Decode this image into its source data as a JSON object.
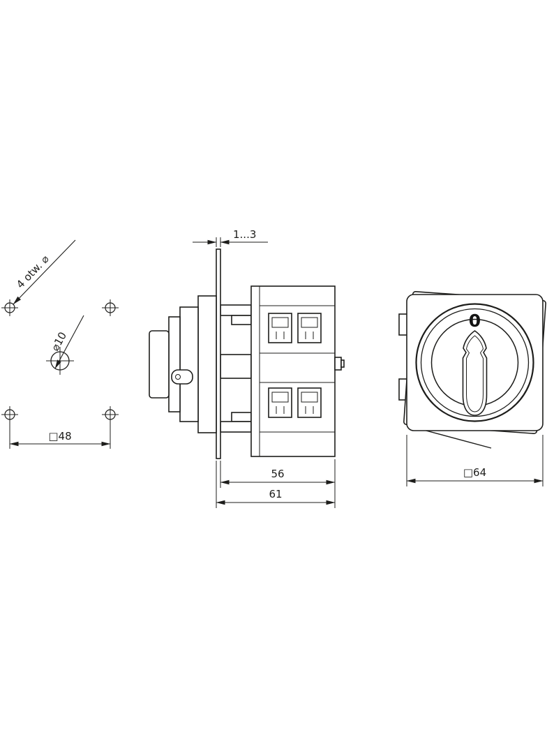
{
  "colors": {
    "background": "#ffffff",
    "line": "#1d1d1b"
  },
  "drawing": {
    "hole_pattern": {
      "count_label": "4 otw. ⌀",
      "center_label": "⌀10",
      "spacing_dim": "□48"
    },
    "side_view": {
      "panel_dim": "1...3",
      "depth_dim": "56",
      "total_dim": "61"
    },
    "front_view": {
      "knob_label": "0",
      "face_dim": "□64"
    }
  }
}
